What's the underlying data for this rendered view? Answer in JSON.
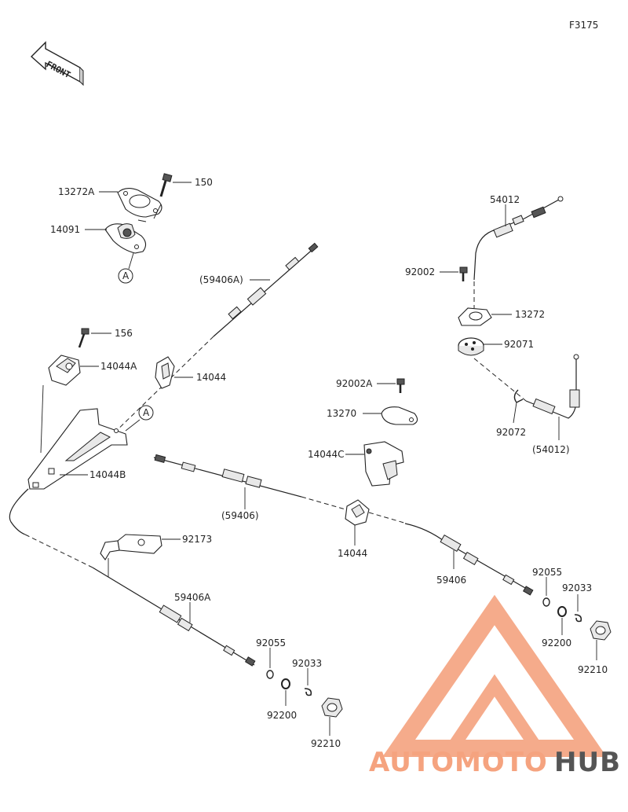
{
  "figure_code": "F3175",
  "front_label": "FRONT",
  "ref_marker": "A",
  "parts": {
    "p13272A": "13272A",
    "p150": "150",
    "p14091": "14091",
    "p59406A_top": "(59406A)",
    "p156": "156",
    "p14044A": "14044A",
    "p14044_top": "14044",
    "p14044B": "14044B",
    "p59406_paren": "(59406)",
    "p92173": "92173",
    "p59406A_bottom": "59406A",
    "p92055_left": "92055",
    "p92033_left": "92033",
    "p92200_left": "92200",
    "p92210_left": "92210",
    "p54012": "54012",
    "p92002": "92002",
    "p13272": "13272",
    "p92071": "92071",
    "p92072": "92072",
    "p54012_paren": "(54012)",
    "p92002A": "92002A",
    "p13270": "13270",
    "p14044C": "14044C",
    "p14044_mid": "14044",
    "p59406": "59406",
    "p92055_right": "92055",
    "p92033_right": "92033",
    "p92200_right": "92200",
    "p92210_right": "92210"
  },
  "watermark": {
    "auto": "AUTOMOTO",
    "hub": "HUB",
    "color_primary": "#f5a37f",
    "color_secondary": "#555555"
  }
}
